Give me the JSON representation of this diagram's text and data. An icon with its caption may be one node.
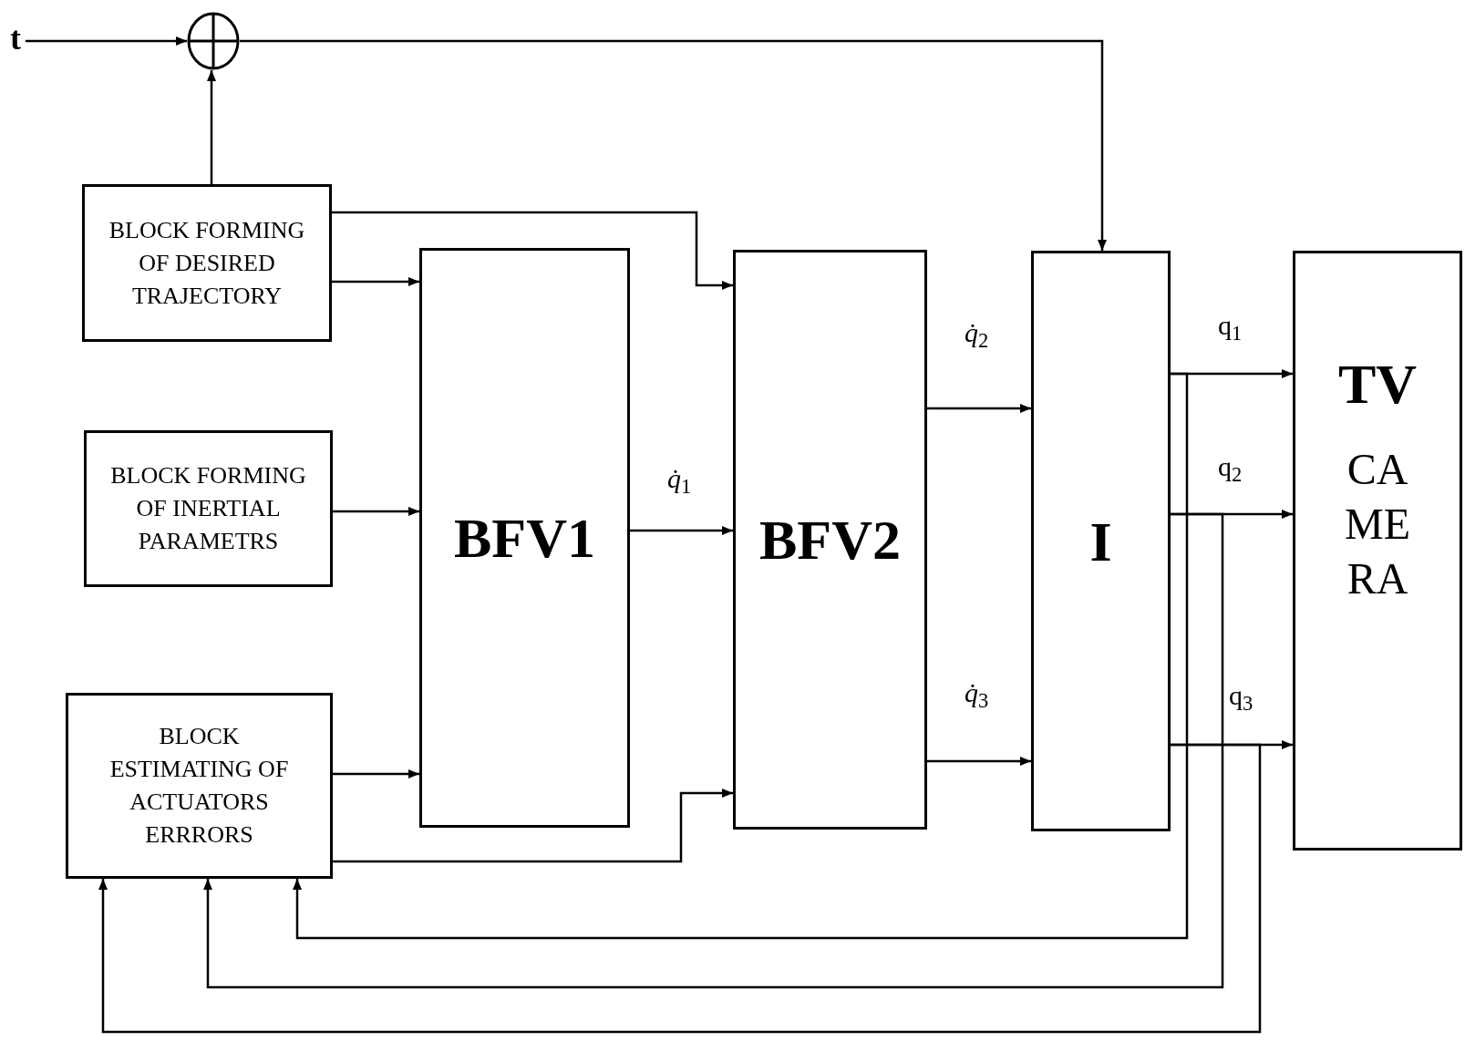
{
  "diagram": {
    "nodes": [
      {
        "text": [
          "t"
        ]
      },
      {
        "text": [],
        "shape": "circle"
      },
      {
        "text": [
          "BLOCK FORMING OF DESIRED TRAJECTORY"
        ]
      },
      {
        "text": [
          "BLOCK FORMING OF INERTIAL PARAMETRS"
        ]
      },
      {
        "text": [
          "BLOCK ESTIMATING OF ACTUATORS ERRRORS"
        ]
      },
      {
        "text": [
          "BFV1"
        ]
      },
      {
        "text": [
          "BFV2"
        ]
      },
      {
        "text": [
          "I"
        ]
      },
      {
        "text": [
          "TV",
          "CA ME RA"
        ]
      }
    ],
    "edges": [
      {
        "from": 0,
        "to": 1,
        "arrow": "to"
      },
      {
        "from": 2,
        "to": 1,
        "arrow": "to"
      },
      {
        "from": 1,
        "to": 7,
        "arrow": "to"
      },
      {
        "from": 2,
        "to": 6,
        "arrow": "to"
      },
      {
        "from": 2,
        "to": 5,
        "arrow": "to"
      },
      {
        "from": 3,
        "to": 5,
        "arrow": "to"
      },
      {
        "from": 4,
        "to": 5,
        "arrow": "to"
      },
      {
        "from": 4,
        "to": 6,
        "arrow": "to"
      },
      {
        "from": 5,
        "to": 6,
        "arrow": "to",
        "label": "*q̇*$_{1}$"
      },
      {
        "from": 6,
        "to": 7,
        "arrow": "to",
        "label": "*q̇*$_{2}$"
      },
      {
        "from": 6,
        "to": 7,
        "arrow": "to",
        "label": "*q̇*$_{3}$"
      },
      {
        "from": 7,
        "to": 8,
        "arrow": "to",
        "label": "q$_{1}$"
      },
      {
        "from": 7,
        "to": 8,
        "arrow": "to",
        "label": "q$_{2}$"
      },
      {
        "from": 7,
        "to": 8,
        "arrow": "to",
        "label": "q$_{3}$"
      },
      {
        "from": 7,
        "to": 4,
        "arrow": "to"
      },
      {
        "from": 7,
        "to": 4,
        "arrow": "to"
      },
      {
        "from": 7,
        "to": 4,
        "arrow": "to"
      }
    ]
  }
}
